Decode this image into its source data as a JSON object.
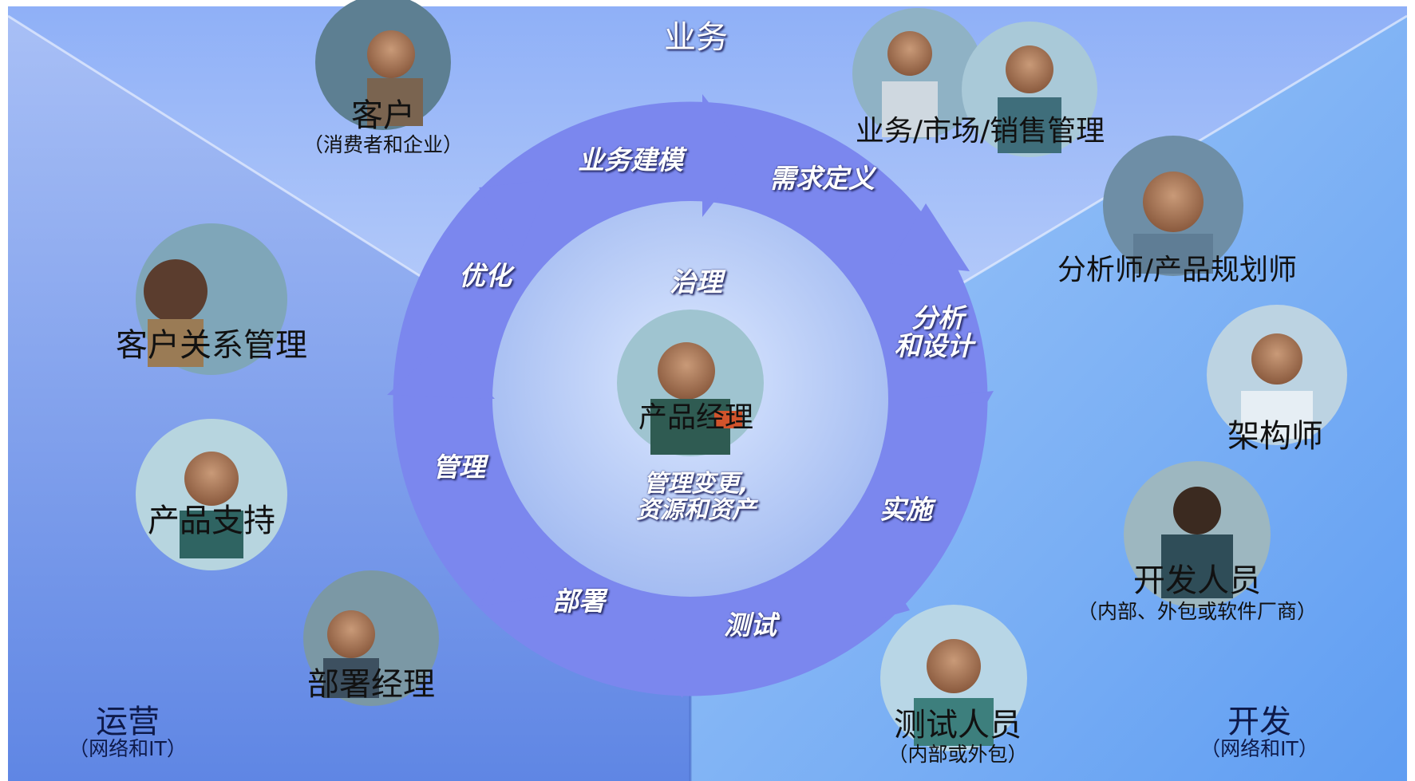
{
  "zones": {
    "top": {
      "title": "业务"
    },
    "left": {
      "title": "运营",
      "subtitle": "（网络和IT）"
    },
    "right": {
      "title": "开发",
      "subtitle": "（网络和IT）"
    }
  },
  "center": {
    "governance": "治理",
    "role": "产品经理",
    "change_line1": "管理变更,",
    "change_line2": "资源和资产"
  },
  "cycle": {
    "stages": [
      "业务建模",
      "需求定义",
      "分析",
      "和设计",
      "实施",
      "测试",
      "部署",
      "管理",
      "优化"
    ]
  },
  "roles": {
    "customer": {
      "title": "客户",
      "subtitle": "（消费者和企业）"
    },
    "business_mgmt": {
      "title": "业务/市场/销售管理"
    },
    "analyst": {
      "title": "分析师/产品规划师"
    },
    "architect": {
      "title": "架构师"
    },
    "developer": {
      "title": "开发人员",
      "subtitle": "（内部、外包或软件厂商）"
    },
    "tester": {
      "title": "测试人员",
      "subtitle": "（内部或外包）"
    },
    "deploy_mgr": {
      "title": "部署经理"
    },
    "support": {
      "title": "产品支持"
    },
    "crm": {
      "title": "客户关系管理"
    }
  },
  "colors": {
    "ring": "#7b87ee",
    "left_bg": "#6d8fe8",
    "right_bg": "#7fb4f4",
    "top_bg": "#9ab8f8"
  }
}
